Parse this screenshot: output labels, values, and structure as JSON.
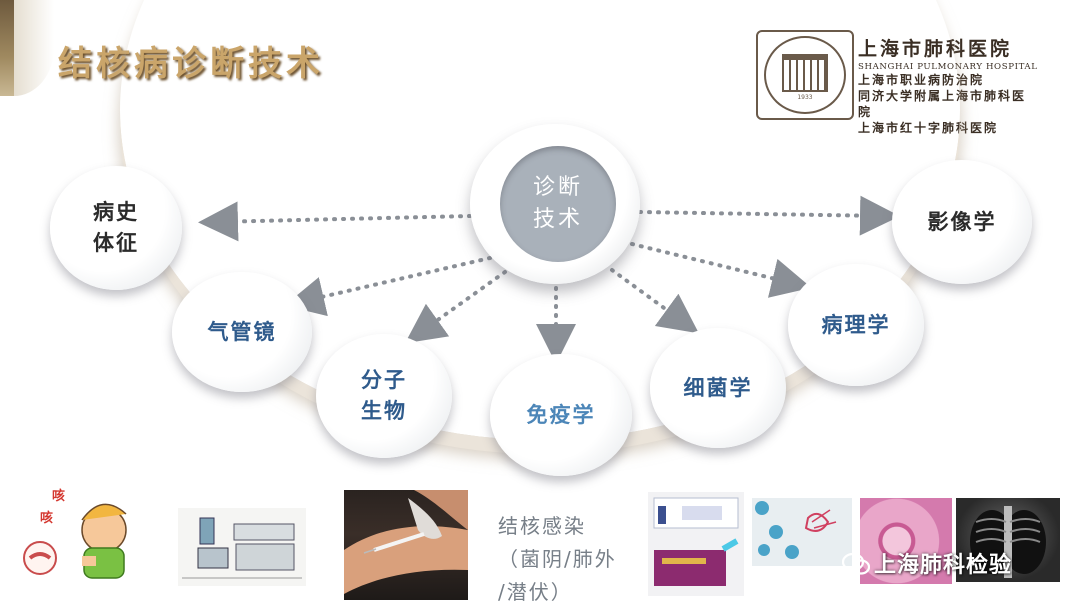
{
  "slide": {
    "title": "结核病诊断技术"
  },
  "logo": {
    "name": "上海市肺科医院",
    "name_en": "SHANGHAI PULMONARY HOSPITAL",
    "lines": [
      "上海市职业病防治院",
      "同济大学附属上海市肺科医院",
      "上海市红十字肺科医院"
    ],
    "seal_year": "1933"
  },
  "diagram": {
    "center": "诊断\n技术",
    "nodes": [
      {
        "id": "history",
        "label": "病史\n体征",
        "color": "#2b2b2b"
      },
      {
        "id": "bronchoscopy",
        "label": "气管镜",
        "color": "#2f5b8c"
      },
      {
        "id": "molecular",
        "label": "分子\n生物",
        "color": "#2f5b8c"
      },
      {
        "id": "immunology",
        "label": "免疫学",
        "color": "#4c86b8"
      },
      {
        "id": "bacteriology",
        "label": "细菌学",
        "color": "#2f5b8c"
      },
      {
        "id": "pathology",
        "label": "病理学",
        "color": "#2f5b8c"
      },
      {
        "id": "imaging",
        "label": "影像学",
        "color": "#2b2b2b"
      }
    ]
  },
  "infection": {
    "line1": "结核感染",
    "line2": "（菌阴/肺外",
    "line3": "/潜伏）"
  },
  "cartoon_text": {
    "cough1": "咳",
    "cough2": "咳"
  },
  "watermark": {
    "text": "上海肺科检验"
  },
  "colors": {
    "title_gold": "#caa56a",
    "node_blue": "#2f5b8c",
    "arrow_gray": "#8a8f96",
    "center_gray": "#a9b1ba"
  }
}
